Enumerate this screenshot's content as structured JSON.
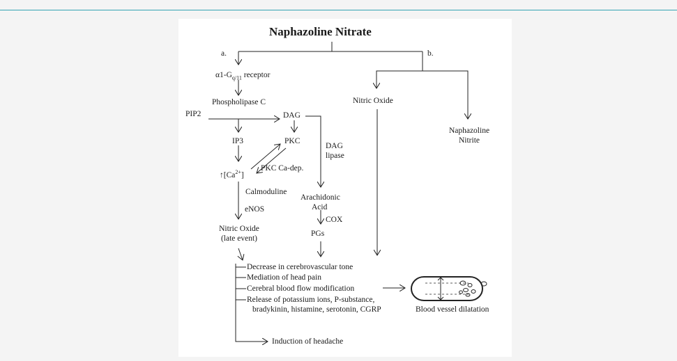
{
  "figure": {
    "title": "Naphazoline Nitrate",
    "branch_a": "a.",
    "branch_b": "b.",
    "receptor_prefix": "α1-G",
    "receptor_sub": "q/11",
    "receptor_suffix": " receptor",
    "phospholipase": "Phospholipase C",
    "pip2": "PIP2",
    "dag": "DAG",
    "ip3": "IP3",
    "pkc": "PKC",
    "ca_prefix": "↑[Ca",
    "ca_sup": "2+",
    "ca_suffix": "]",
    "pkc_ca_dep": "PKC Ca-dep.",
    "dag_lipase_1": "DAG",
    "dag_lipase_2": "lipase",
    "calmoduline": "Calmoduline",
    "enos": "eNOS",
    "arachidonic_1": "Arachidonic",
    "arachidonic_2": "Acid",
    "cox": "COX",
    "pgs": "PGs",
    "no_late_1": "Nitric Oxide",
    "no_late_2": "(late event)",
    "nitric_oxide_b": "Nitric Oxide",
    "naph_nitrite_1": "Naphazoline",
    "naph_nitrite_2": "Nitrite",
    "effects": [
      "Decrease in cerebrovascular tone",
      "Mediation of head pain",
      "Cerebral blood flow modification",
      "Release of potassium ions, P-substance,",
      "bradykinin, histamine, serotonin, CGRP"
    ],
    "vessel_caption": "Blood vessel  dilatation",
    "induction": "Induction of headache"
  }
}
